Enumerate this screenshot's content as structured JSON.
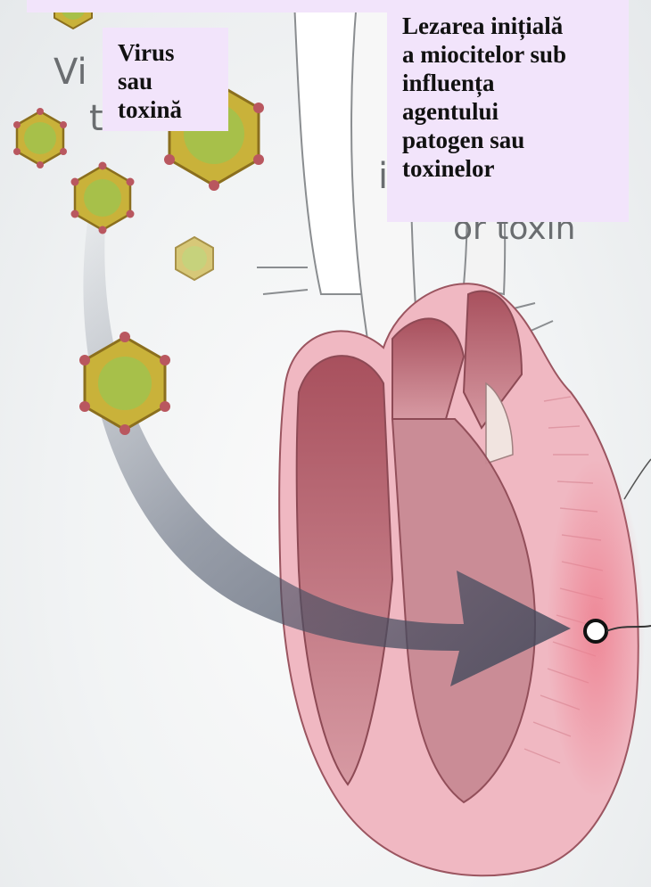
{
  "labels": {
    "left": {
      "lines": [
        "Virus",
        "sau",
        "toxină"
      ]
    },
    "right": {
      "lines": [
        "Lezarea inițială",
        "a miocitelor sub",
        "influența",
        "agentului",
        "patogen sau",
        "toxinelor"
      ]
    }
  },
  "background_text": {
    "fragment_vi": "Vi",
    "fragment_t": "t",
    "fragment_i": "i",
    "fragment_of_toxin": "or toxin"
  },
  "colors": {
    "label_background": "#f2e4fb",
    "virus_gold": "#c9b23a",
    "virus_node": "#b9575f",
    "heart_pink": "#f0b8c2",
    "arrow": "#4a5468"
  }
}
